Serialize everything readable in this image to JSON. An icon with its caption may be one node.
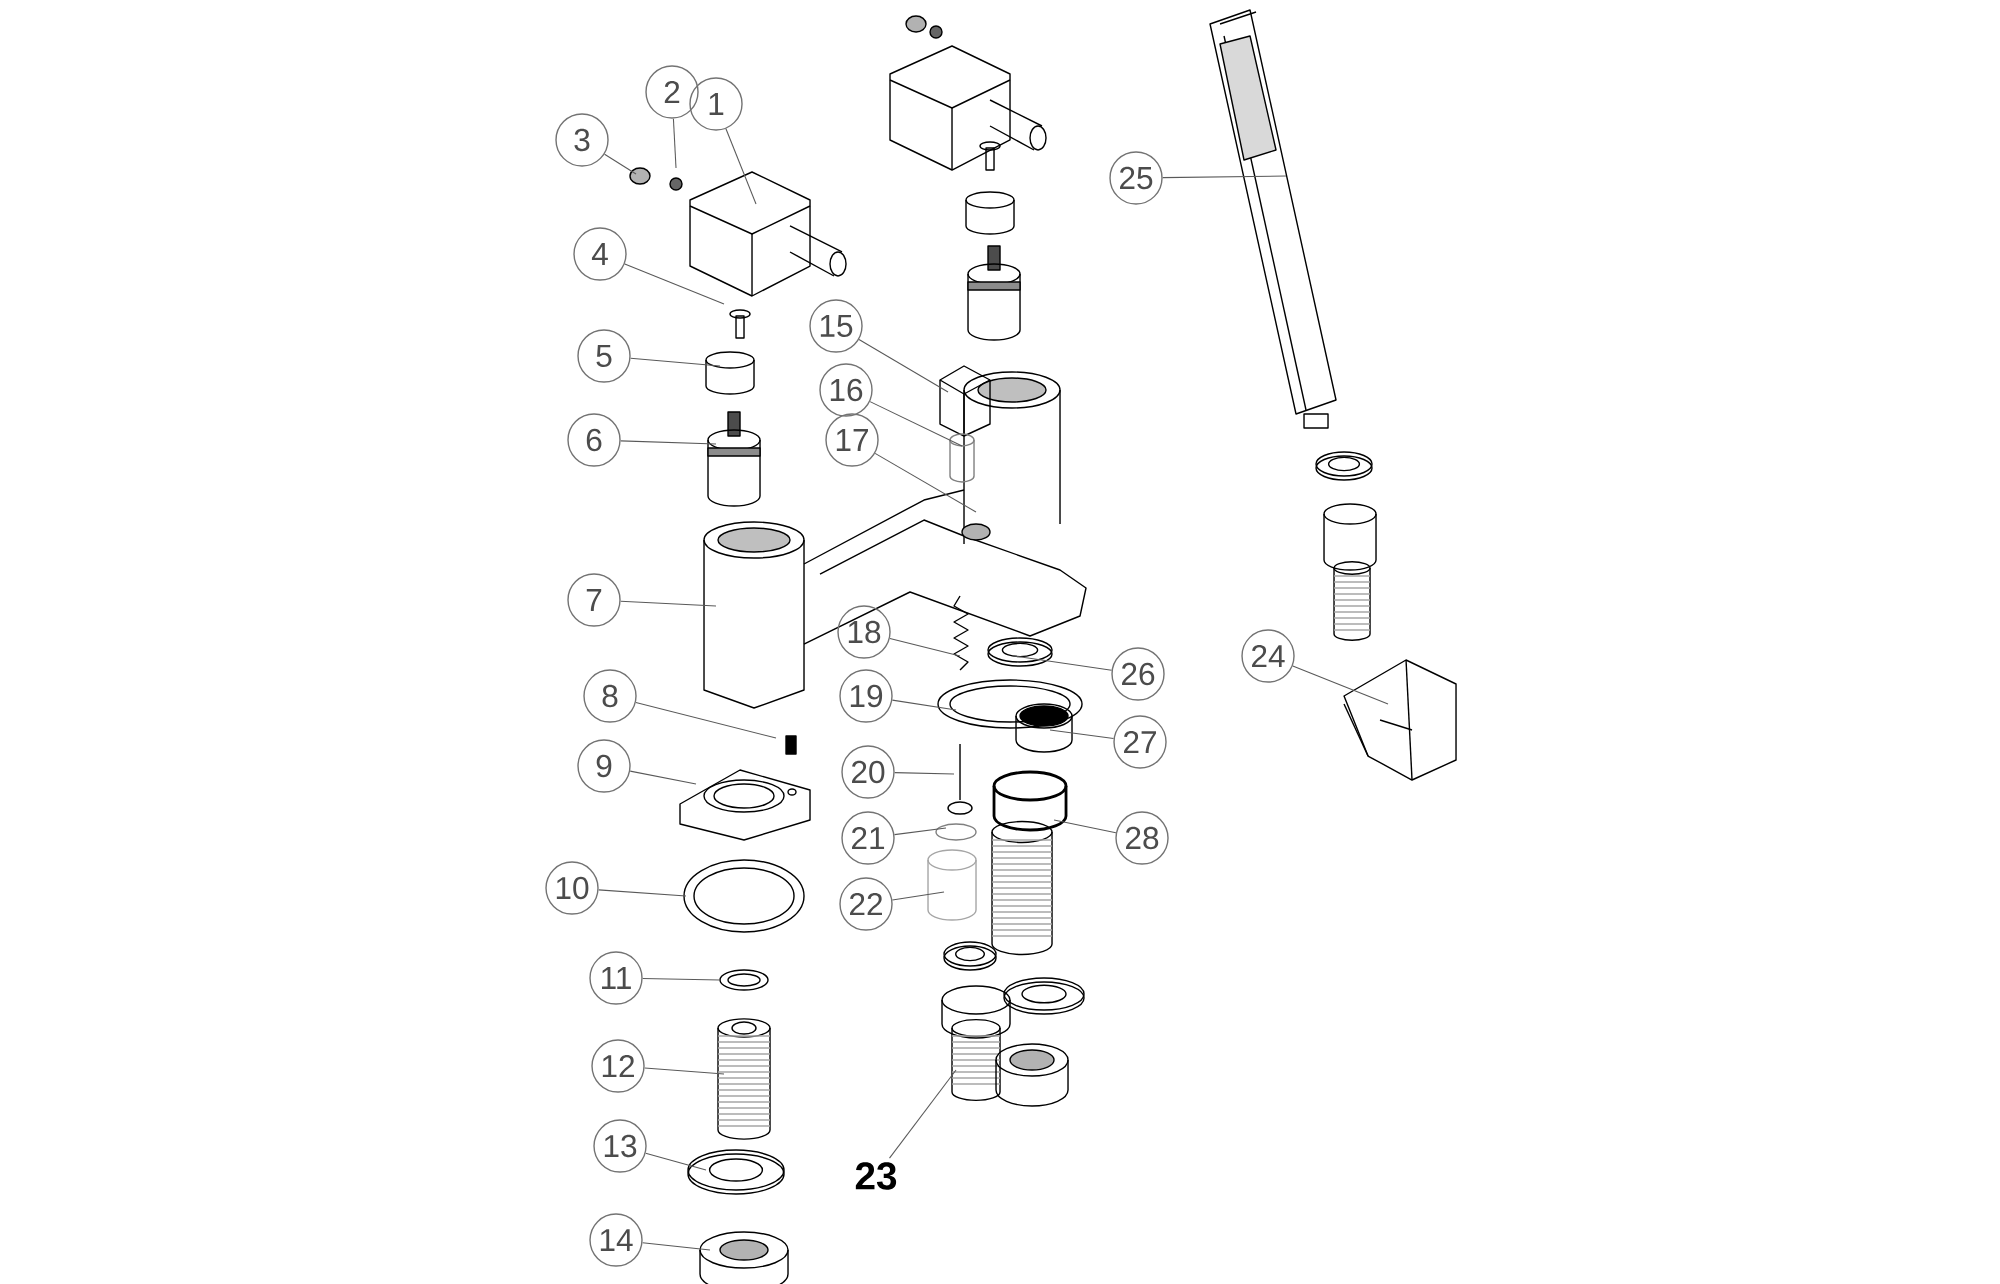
{
  "diagram": {
    "nodes": [
      {
        "text": [
          "1"
        ]
      },
      {
        "text": [
          "2"
        ]
      },
      {
        "text": [
          "3"
        ]
      },
      {
        "text": [
          "4"
        ]
      },
      {
        "text": [
          "5"
        ]
      },
      {
        "text": [
          "6"
        ]
      },
      {
        "text": [
          "7"
        ]
      },
      {
        "text": [
          "8"
        ]
      },
      {
        "text": [
          "9"
        ]
      },
      {
        "text": [
          "10"
        ]
      },
      {
        "text": [
          "11"
        ]
      },
      {
        "text": [
          "12"
        ]
      },
      {
        "text": [
          "13"
        ]
      },
      {
        "text": [
          "14"
        ]
      },
      {
        "text": [
          "15"
        ]
      },
      {
        "text": [
          "16"
        ]
      },
      {
        "text": [
          "17"
        ]
      },
      {
        "text": [
          "18"
        ]
      },
      {
        "text": [
          "19"
        ]
      },
      {
        "text": [
          "20"
        ]
      },
      {
        "text": [
          "21"
        ]
      },
      {
        "text": [
          "22"
        ]
      },
      {
        "text": [
          "23"
        ]
      },
      {
        "text": [
          "24"
        ]
      },
      {
        "text": [
          "25"
        ]
      },
      {
        "text": [
          "26"
        ]
      },
      {
        "text": [
          "27"
        ]
      },
      {
        "text": [
          "28"
        ]
      }
    ],
    "edges": [
      {
        "from": 0,
        "to": null,
        "arrow": "none"
      },
      {
        "from": 1,
        "to": null,
        "arrow": "none"
      },
      {
        "from": 2,
        "to": null,
        "arrow": "none"
      },
      {
        "from": 3,
        "to": null,
        "arrow": "none"
      },
      {
        "from": 4,
        "to": null,
        "arrow": "none"
      },
      {
        "from": 5,
        "to": null,
        "arrow": "none"
      },
      {
        "from": 6,
        "to": null,
        "arrow": "none"
      },
      {
        "from": 7,
        "to": null,
        "arrow": "none"
      },
      {
        "from": 8,
        "to": null,
        "arrow": "none"
      },
      {
        "from": 9,
        "to": null,
        "arrow": "none"
      },
      {
        "from": 10,
        "to": null,
        "arrow": "none"
      },
      {
        "from": 11,
        "to": null,
        "arrow": "none"
      },
      {
        "from": 12,
        "to": null,
        "arrow": "none"
      },
      {
        "from": 13,
        "to": null,
        "arrow": "none"
      },
      {
        "from": 14,
        "to": null,
        "arrow": "none"
      },
      {
        "from": 15,
        "to": null,
        "arrow": "none"
      },
      {
        "from": 16,
        "to": null,
        "arrow": "none"
      },
      {
        "from": 17,
        "to": null,
        "arrow": "none"
      },
      {
        "from": 18,
        "to": null,
        "arrow": "none"
      },
      {
        "from": 19,
        "to": null,
        "arrow": "none"
      },
      {
        "from": 20,
        "to": null,
        "arrow": "none"
      },
      {
        "from": 21,
        "to": null,
        "arrow": "none"
      },
      {
        "from": 22,
        "to": null,
        "arrow": "none"
      },
      {
        "from": 23,
        "to": null,
        "arrow": "none"
      },
      {
        "from": 24,
        "to": null,
        "arrow": "none"
      },
      {
        "from": 25,
        "to": null,
        "arrow": "none"
      },
      {
        "from": 26,
        "to": null,
        "arrow": "none"
      },
      {
        "from": 27,
        "to": null,
        "arrow": "none"
      }
    ]
  }
}
